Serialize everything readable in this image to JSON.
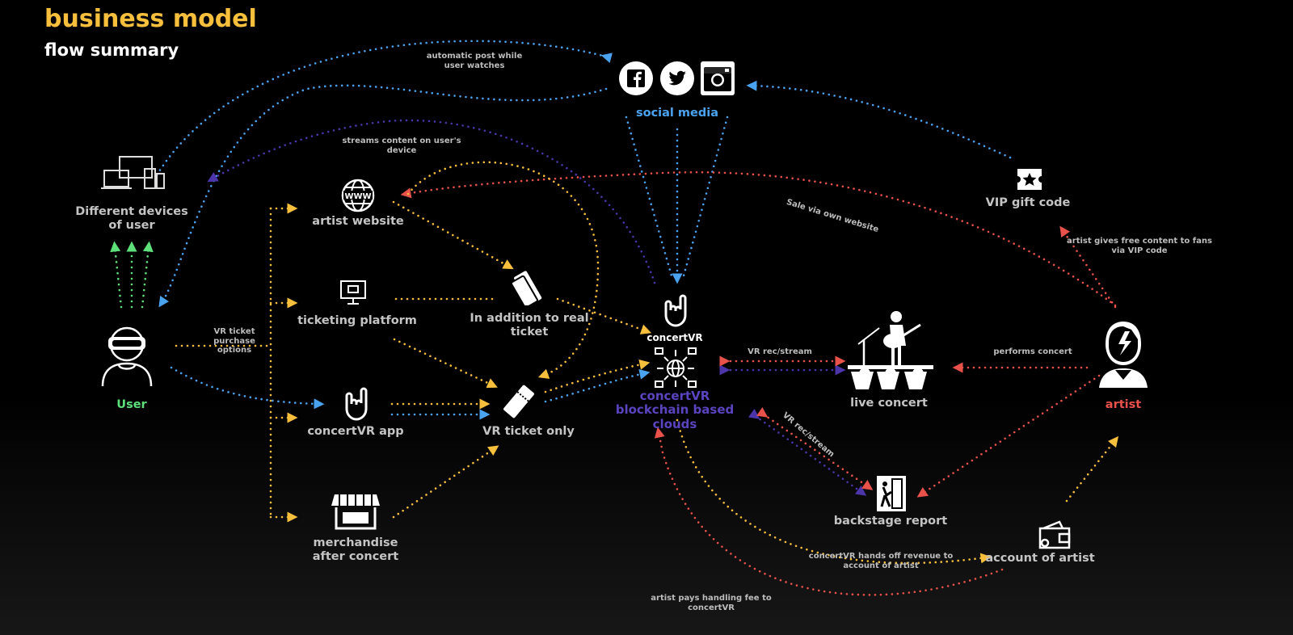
{
  "header": {
    "title": "business model",
    "subtitle": "flow summary"
  },
  "colors": {
    "yellow": "#f7bf3c",
    "blue": "#4aa3f0",
    "purple": "#4b35a8",
    "red": "#e8524a",
    "green": "#5de07a"
  },
  "nodes": {
    "social_media": "social media",
    "devices": "Different devices of user",
    "user": "User",
    "artist_website": "artist website",
    "ticketing_platform": "ticketing platform",
    "concertvr_app": "concertVR app",
    "merchandise": "merchandise after concert",
    "in_addition": "In addition to real ticket",
    "vr_ticket_only": "VR ticket only",
    "concertvr_logo": "concertVR",
    "clouds": "concertVR blockchain based clouds",
    "live_concert": "live concert",
    "artist": "artist",
    "vip_gift_code": "VIP gift code",
    "backstage_report": "backstage report",
    "account_of_artist": "account of artist"
  },
  "edges": {
    "auto_post": "automatic post while user watches",
    "streams": "streams content on user's device",
    "purchase_options": "VR ticket purchase options",
    "sale_website": "Sale via own website",
    "vip": "artist gives free content to fans via VIP code",
    "vr_stream_1": "VR rec/stream",
    "vr_stream_2": "VR rec/stream",
    "performs": "performs concert",
    "revenue": "concertVR hands off revenue to account of artist",
    "fee": "artist pays handling fee to concertVR"
  },
  "icons": [
    "facebook-icon",
    "twitter-icon",
    "instagram-icon",
    "devices-icon",
    "vr-headset-user-icon",
    "www-globe-icon",
    "ticket-screen-icon",
    "rock-hand-icon",
    "storefront-icon",
    "ticket-icon",
    "network-globe-icon",
    "concert-stage-icon",
    "artist-face-icon",
    "star-ticket-icon",
    "backstage-door-icon",
    "wallet-icon"
  ]
}
